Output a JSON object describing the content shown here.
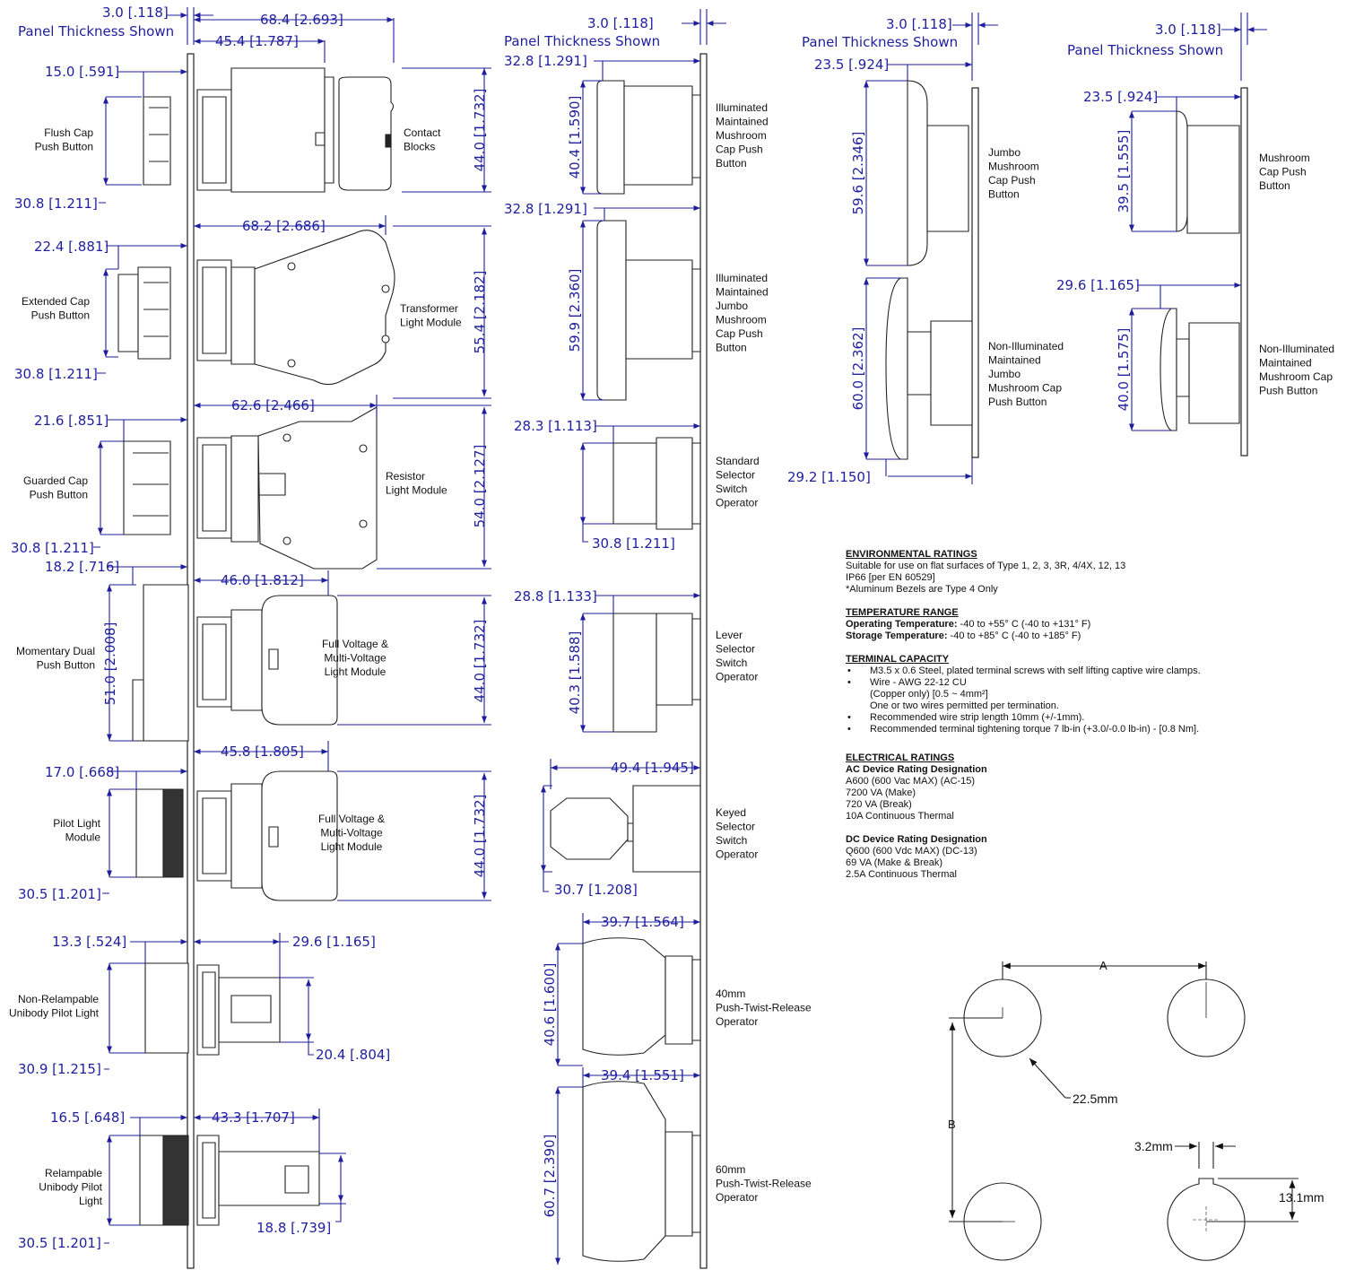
{
  "colors": {
    "dimension": "#1f1f9e",
    "outline": "#222222",
    "text": "#111111"
  },
  "panel_labels": {
    "col1": "Panel Thickness Shown",
    "col2": "Panel Thickness Shown",
    "col3": "Panel Thickness Shown",
    "col4": "Panel Thickness Shown"
  },
  "panel_dims": {
    "col1": "3.0 [.118]",
    "col2": "3.0 [.118]",
    "col3": "3.0 [.118]",
    "col4": "3.0 [.118]"
  },
  "col1": {
    "top_total": "68.4 [2.693]",
    "top_body": "45.4 [1.787]",
    "contact_blocks": "Contact\nBlocks",
    "items": [
      {
        "label": "Flush Cap\nPush Button",
        "depth": "15.0 [.591]",
        "dia": "30.8 [1.211]",
        "module": "",
        "module_len": "",
        "height": "44.0 [1.732]"
      },
      {
        "label": "Extended Cap\nPush Button",
        "depth": "22.4 [.881]",
        "dia": "30.8 [1.211]",
        "module": "Transformer\nLight Module",
        "module_len": "68.2 [2.686]",
        "height": "55.4 [2.182]"
      },
      {
        "label": "Guarded Cap\nPush Button",
        "depth": "21.6 [.851]",
        "dia": "30.8 [1.211]",
        "module": "Resistor\nLight Module",
        "module_len": "62.6 [2.466]",
        "height": "54.0 [2.127]"
      },
      {
        "label": "Momentary Dual\nPush Button",
        "depth": "18.2 [.716]",
        "dia": "51.0 [2.008]",
        "module": "Full Voltage &\nMulti-Voltage\nLight Module",
        "module_len": "46.0 [1.812]",
        "height": "44.0 [1.732]"
      },
      {
        "label": "Pilot Light\nModule",
        "depth": "17.0 [.668]",
        "dia": "30.5 [1.201]",
        "module": "Full Voltage &\nMulti-Voltage\nLight Module",
        "module_len": "45.8 [1.805]",
        "height": "44.0 [1.732]"
      },
      {
        "label": "Non-Relampable\nUnibody Pilot Light",
        "depth": "13.3 [.524]",
        "dia": "30.9 [1.215]",
        "module": "",
        "module_len": "29.6 [1.165]",
        "height": "20.4 [.804]"
      },
      {
        "label": "Relampable\nUnibody Pilot\nLight",
        "depth": "16.5 [.648]",
        "dia": "30.5 [1.201]",
        "module": "",
        "module_len": "43.3 [1.707]",
        "height": "18.8 [.739]"
      }
    ]
  },
  "col2": {
    "items": [
      {
        "label": "Illuminated\nMaintained\nMushroom\nCap Push\nButton",
        "depth": "32.8 [1.291]",
        "dia": "40.4 [1.590]"
      },
      {
        "label": "Illuminated\nMaintained\nJumbo\nMushroom\nCap Push\nButton",
        "depth": "32.8 [1.291]",
        "dia": "59.9 [2.360]"
      },
      {
        "label": "Standard\nSelector\nSwitch\nOperator",
        "depth": "28.3 [1.113]",
        "dia": "30.8 [1.211]"
      },
      {
        "label": "Lever\nSelector\nSwitch\nOperator",
        "depth": "28.8 [1.133]",
        "dia": "40.3 [1.588]"
      },
      {
        "label": "Keyed\nSelector\nSwitch\nOperator",
        "depth": "49.4 [1.945]",
        "dia": "30.7 [1.208]"
      },
      {
        "label": "40mm\nPush-Twist-Release\nOperator",
        "depth": "39.7 [1.564]",
        "dia": "40.6 [1.600]"
      },
      {
        "label": "60mm\nPush-Twist-Release\nOperator",
        "depth": "39.4 [1.551]",
        "dia": "60.7 [2.390]"
      }
    ]
  },
  "col3": {
    "items": [
      {
        "label": "Jumbo\nMushroom\nCap Push\nButton",
        "depth": "23.5 [.924]",
        "dia": "59.6 [2.346]"
      },
      {
        "label": "Non-Illuminated\nMaintained\nJumbo\nMushroom Cap\nPush Button",
        "depth": "29.2 [1.150]",
        "dia": "60.0 [2.362]"
      }
    ]
  },
  "col4": {
    "items": [
      {
        "label": "Mushroom\nCap Push\nButton",
        "depth": "23.5 [.924]",
        "dia": "39.5 [1.555]"
      },
      {
        "label": "Non-Illuminated\nMaintained\nMushroom Cap\nPush Button",
        "depth": "29.6 [1.165]",
        "dia": "40.0 [1.575]"
      }
    ]
  },
  "cutout": {
    "a": "A",
    "b": "B",
    "hole": "22.5mm",
    "key_w": "3.2mm",
    "key_h": "13.1mm"
  },
  "specs": {
    "env_title": "ENVIRONMENTAL RATINGS",
    "env_lines": [
      "Suitable for use on flat surfaces of Type 1, 2, 3, 3R, 4/4X, 12, 13",
      "IP66 [per EN 60529]",
      "*Aluminum Bezels are Type 4 Only"
    ],
    "temp_title": "TEMPERATURE RANGE",
    "temp_op_label": "Operating Temperature:",
    "temp_op_value": " -40 to +55° C (-40 to +131° F)",
    "temp_st_label": "Storage Temperature:",
    "temp_st_value": " -40 to +85° C (-40 to +185° F)",
    "term_title": "TERMINAL CAPACITY",
    "term_1": "M3.5 x 0.6 Steel, plated terminal screws with self lifting captive wire clamps.",
    "term_2": "Wire - AWG 22-12 CU",
    "term_2b": "(Copper only) [0.5 ~ 4mm²]",
    "term_2c": "One or two wires permitted per termination.",
    "term_3": "Recommended wire strip length 10mm (+/-1mm).",
    "term_4": "Recommended terminal tightening torque 7 lb-in (+3.0/-0.0 lb-in) - [0.8 Nm].",
    "elec_title": "ELECTRICAL RATINGS",
    "ac_title": "AC Device Rating Designation",
    "ac_lines": [
      "A600 (600 Vac MAX) (AC-15)",
      "7200 VA (Make)",
      "720 VA (Break)",
      "10A Continuous Thermal"
    ],
    "dc_title": "DC Device Rating Designation",
    "dc_lines": [
      "Q600 (600 Vdc MAX) (DC-13)",
      "69 VA (Make & Break)",
      "2.5A Continuous Thermal"
    ]
  }
}
